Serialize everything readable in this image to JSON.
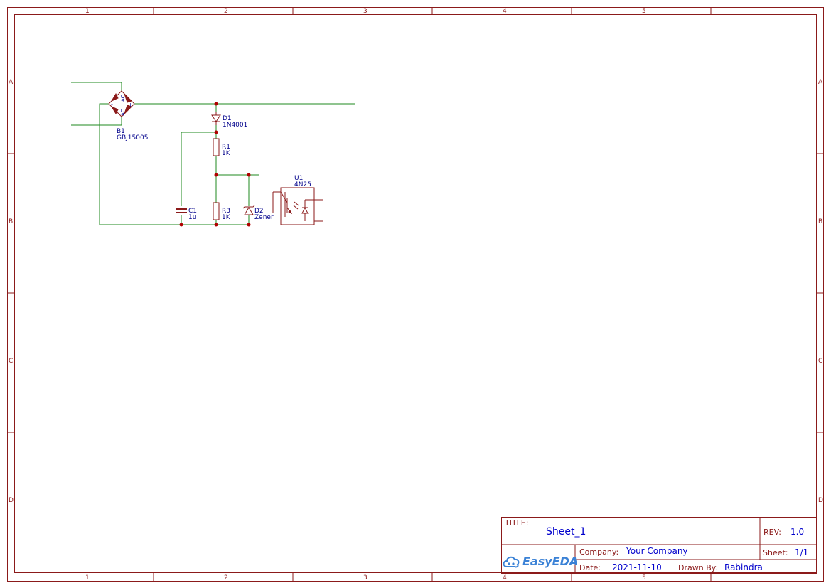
{
  "zones": {
    "cols": [
      "1",
      "2",
      "3",
      "4",
      "5"
    ],
    "rows": [
      "A",
      "B",
      "C",
      "D"
    ]
  },
  "components": {
    "b1": {
      "ref": "B1",
      "value": "GBJ15005",
      "pin_ac1": "AC",
      "pin_ac2": "AC",
      "pin_minus": "-",
      "pin_plus": "+"
    },
    "d1": {
      "ref": "D1",
      "value": "1N4001"
    },
    "r1": {
      "ref": "R1",
      "value": "1K"
    },
    "r3": {
      "ref": "R3",
      "value": "1K"
    },
    "c1": {
      "ref": "C1",
      "value": "1u"
    },
    "d2": {
      "ref": "D2",
      "value": "Zener"
    },
    "u1": {
      "ref": "U1",
      "value": "4N25"
    }
  },
  "title_block": {
    "title_label": "TITLE:",
    "title_value": "Sheet_1",
    "rev_label": "REV:",
    "rev_value": "1.0",
    "company_label": "Company:",
    "company_value": "Your Company",
    "sheet_label": "Sheet:",
    "sheet_value": "1/1",
    "date_label": "Date:",
    "date_value": "2021-11-10",
    "drawn_label": "Drawn By:",
    "drawn_value": "Rabindra",
    "logo_text": "EasyEDA"
  },
  "colors": {
    "frame": "#8b1a1a",
    "wire": "#1f8a1f",
    "label": "#00008b",
    "value": "#0000cc",
    "logo": "#3b82d6"
  }
}
